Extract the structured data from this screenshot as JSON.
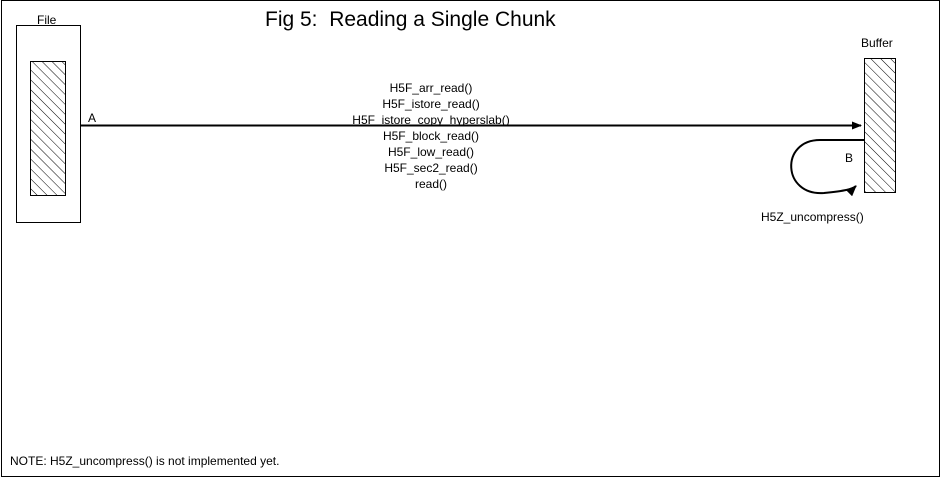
{
  "figure": {
    "title": "Fig 5:  Reading a Single Chunk",
    "note": "NOTE: H5Z_uncompress() is not implemented yet."
  },
  "nodes": {
    "file": {
      "label": "File"
    },
    "buffer": {
      "label": "Buffer"
    }
  },
  "edges": {
    "transfer": {
      "point_label": "A",
      "stack_above": [
        "H5F_arr_read()",
        "H5F_istore_read()",
        "H5F_istore_copy_hyperslab()"
      ],
      "stack_below": [
        "H5F_block_read()",
        "H5F_low_read()",
        "H5F_sec2_read()",
        "read()"
      ]
    },
    "loop": {
      "point_label": "B",
      "function_label": "H5Z_uncompress()"
    }
  },
  "colors": {
    "stroke": "#000000",
    "background": "#ffffff"
  }
}
